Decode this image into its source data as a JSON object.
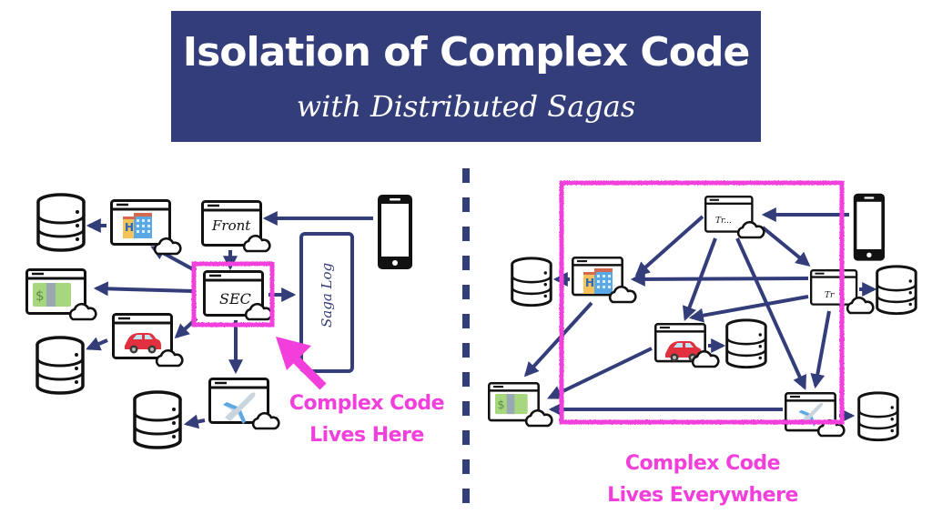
{
  "header": {
    "title": "Isolation of Complex Code",
    "subtitle": "with Distributed Sagas"
  },
  "colors": {
    "banner": "#333d7a",
    "arrow": "#333d7a",
    "highlight": "#f23fdc",
    "outline": "#111111"
  },
  "left_panel": {
    "services": [
      {
        "id": "front",
        "label": "Front"
      },
      {
        "id": "sec",
        "label": "SEC"
      },
      {
        "id": "hotel",
        "icon": "hotel-icon"
      },
      {
        "id": "payment",
        "icon": "money-icon"
      },
      {
        "id": "car",
        "icon": "car-icon"
      },
      {
        "id": "flight",
        "icon": "airplane-icon"
      }
    ],
    "saga_log_label": "Saga Log",
    "callout_line1": "Complex Code",
    "callout_line2": "Lives Here"
  },
  "right_panel": {
    "services": [
      {
        "id": "front",
        "label": "Tr..."
      },
      {
        "id": "tr",
        "label": "Tr"
      },
      {
        "id": "hotel",
        "icon": "hotel-icon"
      },
      {
        "id": "payment",
        "icon": "money-icon"
      },
      {
        "id": "car",
        "icon": "car-icon"
      },
      {
        "id": "flight",
        "icon": "airplane-icon"
      }
    ],
    "callout_line1": "Complex Code",
    "callout_line2": "Lives Everywhere"
  }
}
